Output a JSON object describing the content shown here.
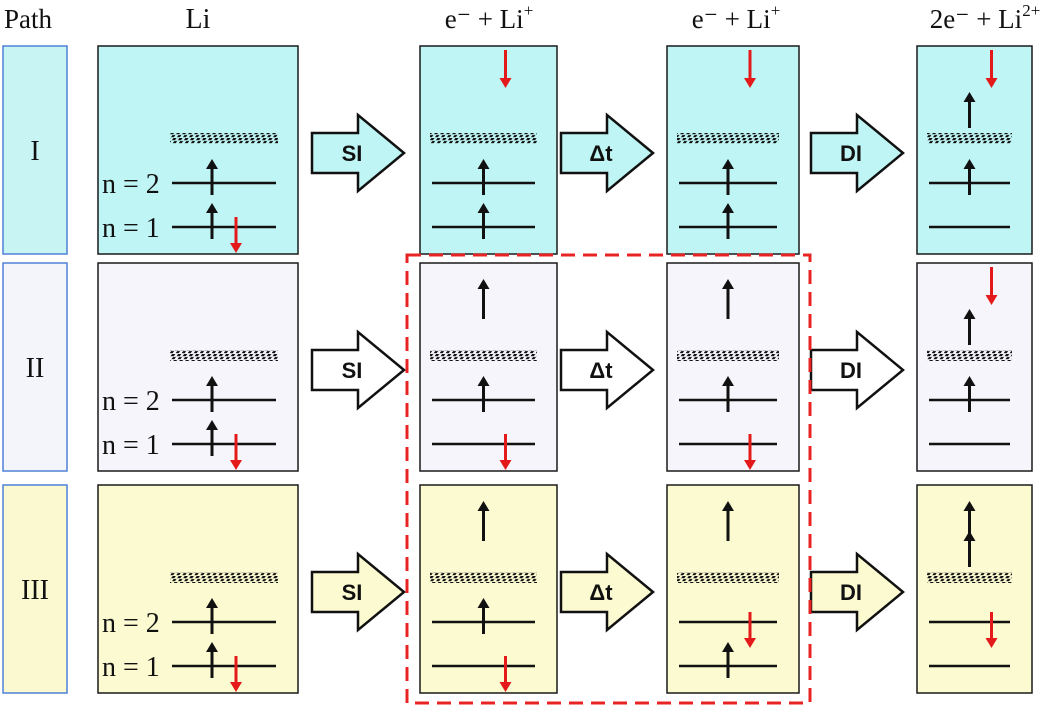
{
  "colors": {
    "row_I": "#bff5f4",
    "row_II": "#f5f5fb",
    "row_III": "#fbfad1",
    "path_label_bg": "#c9f4f4",
    "path_label_bg_II": "#f4f4fb",
    "path_label_bg_III": "#fbf9d0",
    "path_label_border": "#4f81d6",
    "arrow_up": "#111111",
    "arrow_down": "#e41a1a",
    "highlight_box": "#e82323"
  },
  "header": {
    "path_label": "Path",
    "col_1": "Li",
    "col_2_base": "e⁻ + Li",
    "col_2_sup": "+",
    "col_3_base": "e⁻ + Li",
    "col_3_sup": "+",
    "col_4_base": "2e⁻ + Li",
    "col_4_sup": "2+"
  },
  "paths": [
    {
      "label": "I",
      "transitions": [
        "SI",
        "Δt",
        "DI"
      ],
      "level_labels": [
        "n = 2",
        "n = 1"
      ],
      "columns": [
        {
          "top_arrows": [],
          "continuum_arrows": [],
          "n2": [
            "up"
          ],
          "n1": [
            "up",
            "down"
          ]
        },
        {
          "top_arrows": [
            "down"
          ],
          "continuum_arrows": [],
          "n2": [
            "up"
          ],
          "n1": [
            "up"
          ]
        },
        {
          "top_arrows": [
            "down"
          ],
          "continuum_arrows": [],
          "n2": [
            "up"
          ],
          "n1": [
            "up"
          ]
        },
        {
          "top_arrows": [
            "up",
            "down"
          ],
          "continuum_arrows": [],
          "n2": [
            "up"
          ],
          "n1": []
        }
      ]
    },
    {
      "label": "II",
      "transitions": [
        "SI",
        "Δt",
        "DI"
      ],
      "level_labels": [
        "n = 2",
        "n = 1"
      ],
      "columns": [
        {
          "top_arrows": [],
          "continuum_arrows": [],
          "n2": [
            "up"
          ],
          "n1": [
            "up",
            "down"
          ]
        },
        {
          "top_arrows": [
            "up"
          ],
          "continuum_arrows": [],
          "n2": [
            "up"
          ],
          "n1": [
            "down"
          ]
        },
        {
          "top_arrows": [
            "up"
          ],
          "continuum_arrows": [],
          "n2": [
            "up"
          ],
          "n1": [
            "down"
          ]
        },
        {
          "top_arrows": [
            "up",
            "down"
          ],
          "continuum_arrows": [],
          "n2": [
            "up"
          ],
          "n1": []
        }
      ]
    },
    {
      "label": "III",
      "transitions": [
        "SI",
        "Δt",
        "DI"
      ],
      "level_labels": [
        "n = 2",
        "n = 1"
      ],
      "columns": [
        {
          "top_arrows": [],
          "continuum_arrows": [],
          "n2": [
            "up"
          ],
          "n1": [
            "up",
            "down"
          ]
        },
        {
          "top_arrows": [
            "up"
          ],
          "continuum_arrows": [],
          "n2": [
            "up"
          ],
          "n1": [
            "down"
          ]
        },
        {
          "top_arrows": [
            "up"
          ],
          "continuum_arrows": [],
          "n2": [
            "down"
          ],
          "n1": [
            "up"
          ]
        },
        {
          "top_arrows": [
            "up"
          ],
          "continuum_arrows": [
            "up"
          ],
          "n2": [
            "down"
          ],
          "n1": []
        }
      ]
    }
  ]
}
